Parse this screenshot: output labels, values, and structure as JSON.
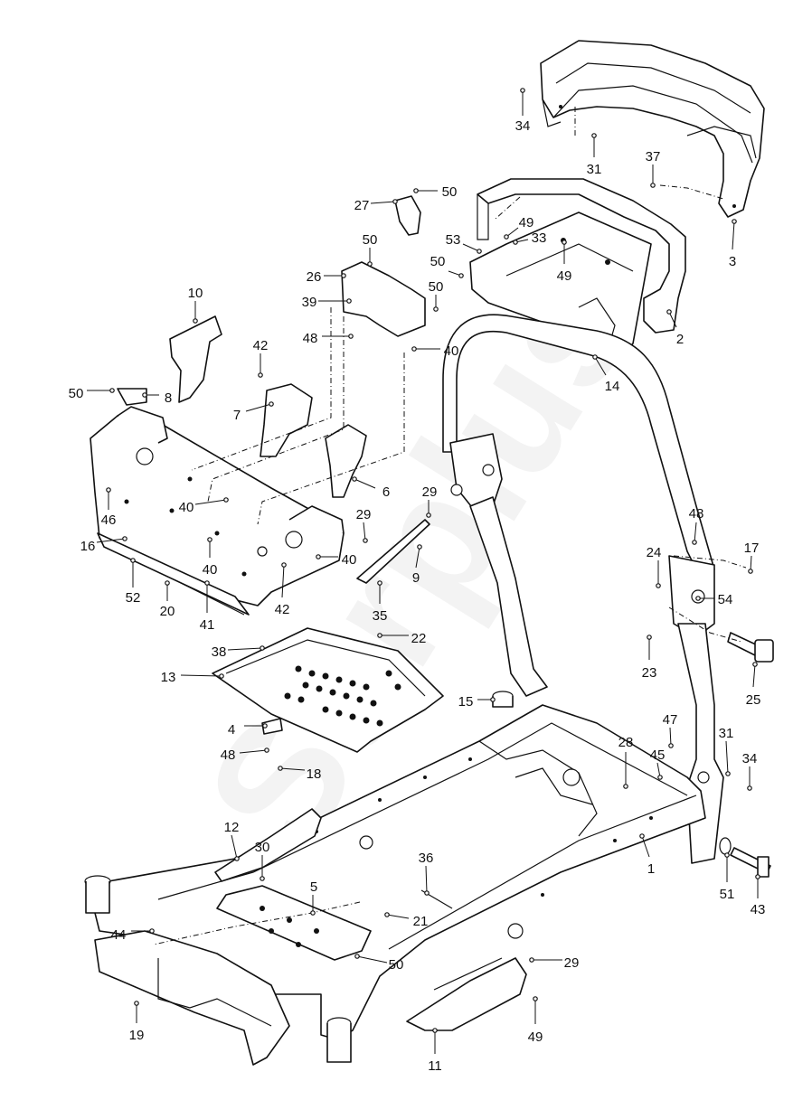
{
  "diagram": {
    "watermark": "Surplus"
  },
  "callouts": [
    {
      "id": "c1",
      "label": "1"
    },
    {
      "id": "c2",
      "label": "2"
    },
    {
      "id": "c3",
      "label": "3"
    },
    {
      "id": "c4",
      "label": "4"
    },
    {
      "id": "c5",
      "label": "5"
    },
    {
      "id": "c6",
      "label": "6"
    },
    {
      "id": "c7",
      "label": "7"
    },
    {
      "id": "c8",
      "label": "8"
    },
    {
      "id": "c9",
      "label": "9"
    },
    {
      "id": "c10",
      "label": "10"
    },
    {
      "id": "c11",
      "label": "11"
    },
    {
      "id": "c12",
      "label": "12"
    },
    {
      "id": "c13",
      "label": "13"
    },
    {
      "id": "c14",
      "label": "14"
    },
    {
      "id": "c15",
      "label": "15"
    },
    {
      "id": "c16",
      "label": "16"
    },
    {
      "id": "c17",
      "label": "17"
    },
    {
      "id": "c18",
      "label": "18"
    },
    {
      "id": "c19",
      "label": "19"
    },
    {
      "id": "c20",
      "label": "20"
    },
    {
      "id": "c21",
      "label": "21"
    },
    {
      "id": "c22",
      "label": "22"
    },
    {
      "id": "c23",
      "label": "23"
    },
    {
      "id": "c24",
      "label": "24"
    },
    {
      "id": "c25",
      "label": "25"
    },
    {
      "id": "c26",
      "label": "26"
    },
    {
      "id": "c27",
      "label": "27"
    },
    {
      "id": "c28",
      "label": "28"
    },
    {
      "id": "c29a",
      "label": "29"
    },
    {
      "id": "c29b",
      "label": "29"
    },
    {
      "id": "c29c",
      "label": "29"
    },
    {
      "id": "c30",
      "label": "30"
    },
    {
      "id": "c31a",
      "label": "31"
    },
    {
      "id": "c31b",
      "label": "31"
    },
    {
      "id": "c33",
      "label": "33"
    },
    {
      "id": "c34a",
      "label": "34"
    },
    {
      "id": "c34b",
      "label": "34"
    },
    {
      "id": "c35",
      "label": "35"
    },
    {
      "id": "c36",
      "label": "36"
    },
    {
      "id": "c37",
      "label": "37"
    },
    {
      "id": "c38",
      "label": "38"
    },
    {
      "id": "c39",
      "label": "39"
    },
    {
      "id": "c40a",
      "label": "40"
    },
    {
      "id": "c40b",
      "label": "40"
    },
    {
      "id": "c40c",
      "label": "40"
    },
    {
      "id": "c40d",
      "label": "40"
    },
    {
      "id": "c41",
      "label": "41"
    },
    {
      "id": "c42a",
      "label": "42"
    },
    {
      "id": "c42b",
      "label": "42"
    },
    {
      "id": "c43",
      "label": "43"
    },
    {
      "id": "c44",
      "label": "44"
    },
    {
      "id": "c45",
      "label": "45"
    },
    {
      "id": "c46",
      "label": "46"
    },
    {
      "id": "c47",
      "label": "47"
    },
    {
      "id": "c48a",
      "label": "48"
    },
    {
      "id": "c48b",
      "label": "48"
    },
    {
      "id": "c48c",
      "label": "48"
    },
    {
      "id": "c49a",
      "label": "49"
    },
    {
      "id": "c49b",
      "label": "49"
    },
    {
      "id": "c49c",
      "label": "49"
    },
    {
      "id": "c50a",
      "label": "50"
    },
    {
      "id": "c50b",
      "label": "50"
    },
    {
      "id": "c50c",
      "label": "50"
    },
    {
      "id": "c50d",
      "label": "50"
    },
    {
      "id": "c50e",
      "label": "50"
    },
    {
      "id": "c50f",
      "label": "50"
    },
    {
      "id": "c51",
      "label": "51"
    },
    {
      "id": "c52",
      "label": "52"
    },
    {
      "id": "c53",
      "label": "53"
    },
    {
      "id": "c54",
      "label": "54"
    }
  ]
}
